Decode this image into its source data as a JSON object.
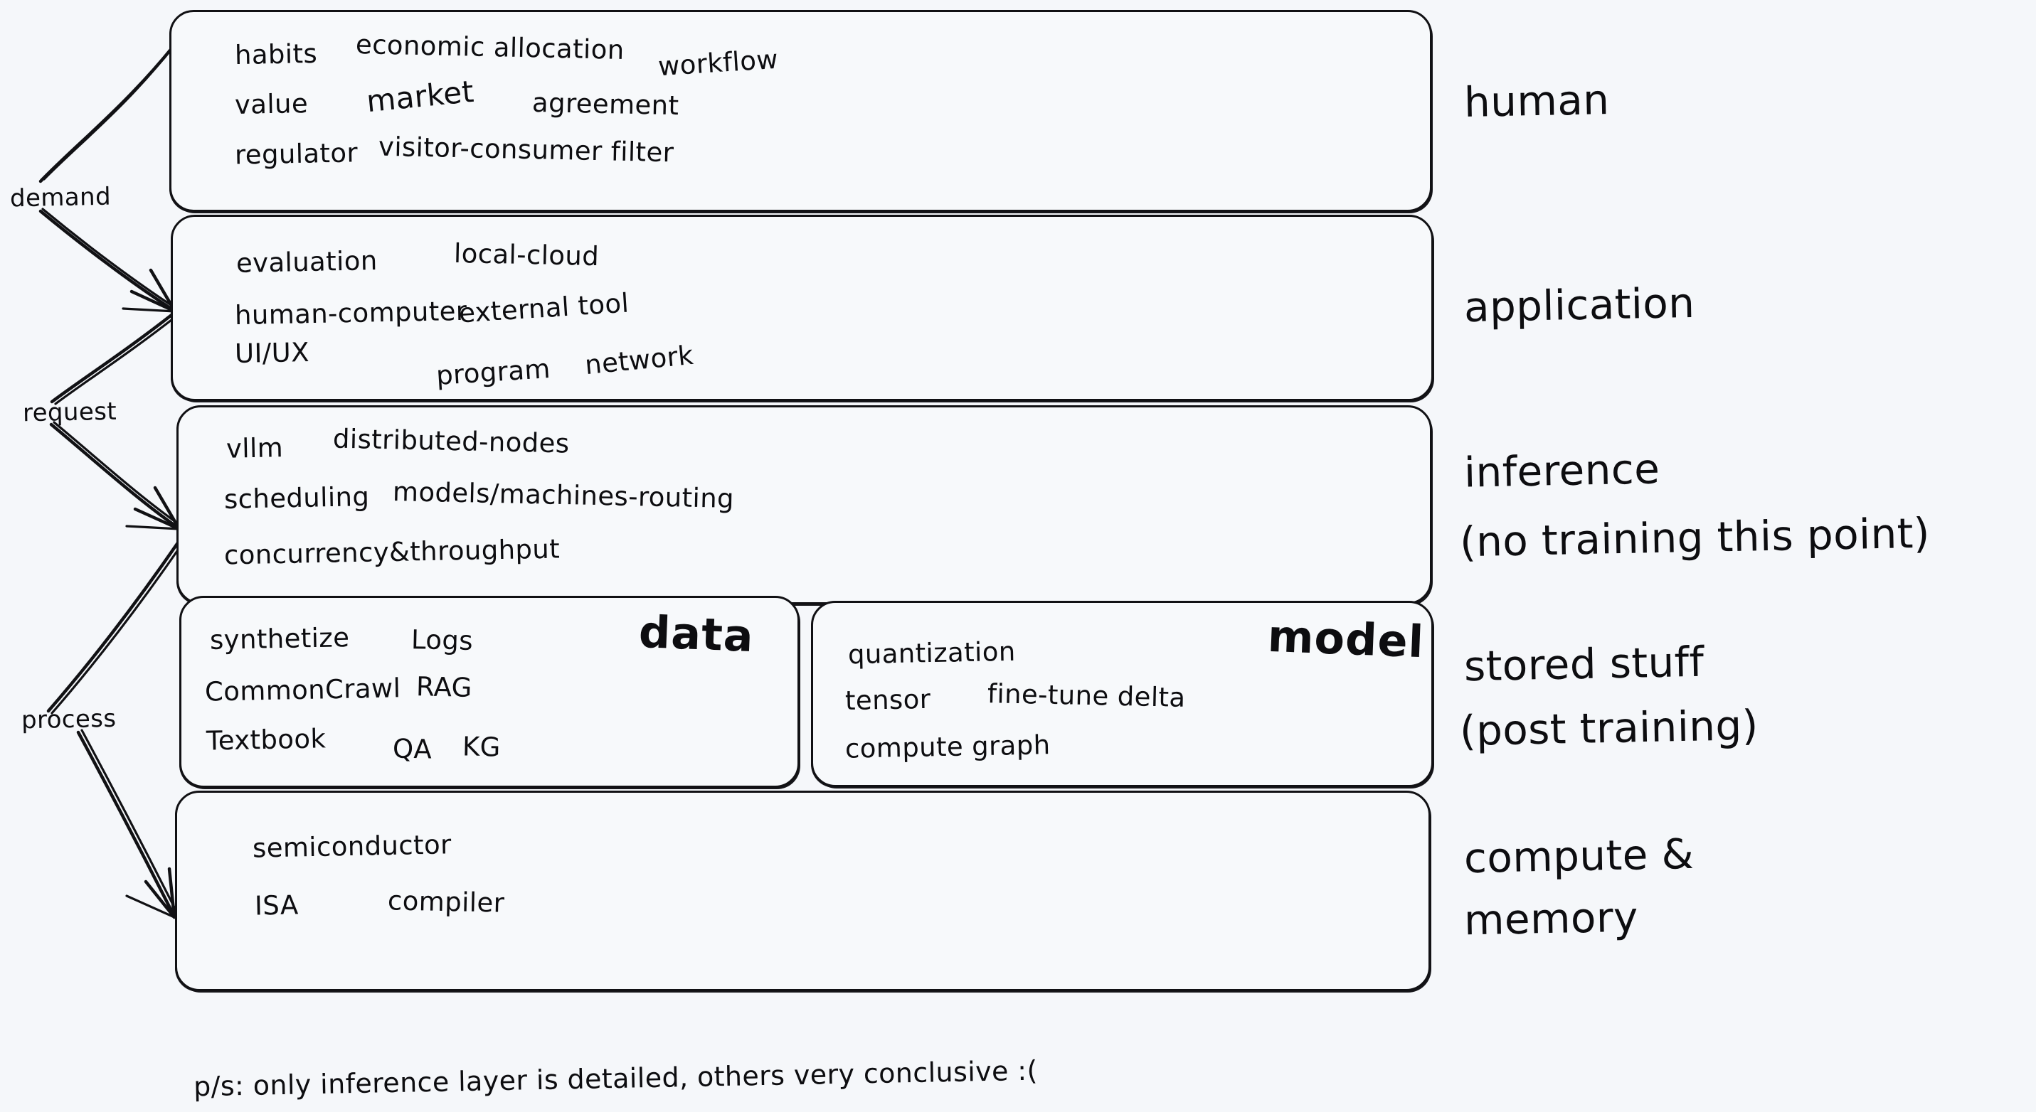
{
  "canvas": {
    "background_color": "#f5f7fa",
    "ink_color": "#111114",
    "box_fill": "#f7f9fb"
  },
  "layers": [
    {
      "id": "human",
      "side_label": "human",
      "tokens": [
        "habits",
        "economic allocation",
        "workflow",
        "value",
        "market",
        "agreement",
        "regulator",
        "visitor-consumer filter"
      ]
    },
    {
      "id": "application",
      "side_label": "application",
      "tokens": [
        "evaluation",
        "local-cloud",
        "human-computer",
        "external tool",
        "UI/UX",
        "program",
        "network"
      ]
    },
    {
      "id": "inference",
      "side_label": "inference",
      "side_label_line2": "(no training this point)",
      "tokens": [
        "vllm",
        "distributed-nodes",
        "scheduling",
        "models/machines-routing",
        "concurrency&throughput"
      ]
    },
    {
      "id": "stored",
      "side_label": "stored stuff",
      "side_label_line2": "(post training)",
      "sub_boxes": [
        {
          "id": "data",
          "tag": "data",
          "tokens": [
            "synthetize",
            "Logs",
            "CommonCrawl",
            "RAG",
            "Textbook",
            "QA",
            "KG"
          ]
        },
        {
          "id": "model",
          "tag": "model",
          "tokens": [
            "quantization",
            "tensor",
            "fine-tune delta",
            "compute graph"
          ]
        }
      ]
    },
    {
      "id": "compute",
      "side_label": "compute &",
      "side_label_line2": "memory",
      "tokens": [
        "semiconductor",
        "ISA",
        "compiler"
      ]
    }
  ],
  "edges": [
    {
      "id": "demand",
      "label": "demand",
      "from": "human",
      "to": "application"
    },
    {
      "id": "request",
      "label": "request",
      "from": "application",
      "to": "inference"
    },
    {
      "id": "process",
      "label": "process",
      "from": "inference",
      "to": "compute"
    }
  ],
  "footnote": "p/s: only inference layer is detailed, others very conclusive :(",
  "side_labels": {
    "human": "human",
    "application": "application",
    "inference_l1": "inference",
    "inference_l2": "(no training this point)",
    "stored_l1": "stored stuff",
    "stored_l2": "(post training)",
    "compute_l1": "compute &",
    "compute_l2": "memory"
  }
}
